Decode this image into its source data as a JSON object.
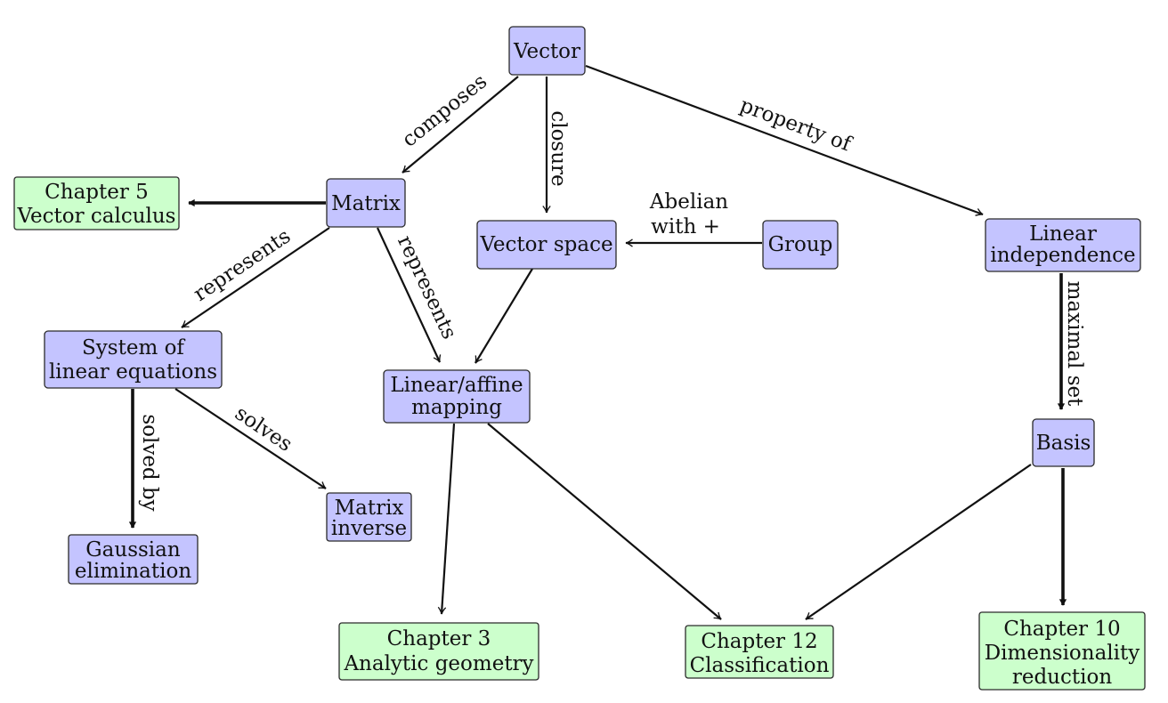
{
  "nodes": {
    "vector": {
      "lines": [
        "Vector"
      ]
    },
    "matrix": {
      "lines": [
        "Matrix"
      ]
    },
    "chapter5": {
      "lines": [
        "Chapter 5",
        "Vector calculus"
      ]
    },
    "vector_space": {
      "lines": [
        "Vector space"
      ]
    },
    "group": {
      "lines": [
        "Group"
      ]
    },
    "lin_indep": {
      "lines": [
        "Linear",
        "independence"
      ]
    },
    "system": {
      "lines": [
        "System of",
        "linear equations"
      ]
    },
    "linear_map": {
      "lines": [
        "Linear/affine",
        "mapping"
      ]
    },
    "basis": {
      "lines": [
        "Basis"
      ]
    },
    "matrix_inverse": {
      "lines": [
        "Matrix",
        "inverse"
      ]
    },
    "gaussian": {
      "lines": [
        "Gaussian",
        "elimination"
      ]
    },
    "chapter3": {
      "lines": [
        "Chapter 3",
        "Analytic geometry"
      ]
    },
    "chapter12": {
      "lines": [
        "Chapter 12",
        "Classification"
      ]
    },
    "chapter10": {
      "lines": [
        "Chapter 10",
        "Dimensionality",
        "reduction"
      ]
    }
  },
  "edge_labels": {
    "composes": "composes",
    "closure": "closure",
    "property_of": "property of",
    "abelian_1": "Abelian",
    "abelian_2": "with +",
    "represents_system": "represents",
    "represents_mapping": "represents",
    "maximal_set": "maximal set",
    "solves": "solves",
    "solved_by": "solved by"
  },
  "colors": {
    "concept_node": "#c4c4ff",
    "chapter_node": "#ccffcc",
    "edge": "#111111"
  }
}
